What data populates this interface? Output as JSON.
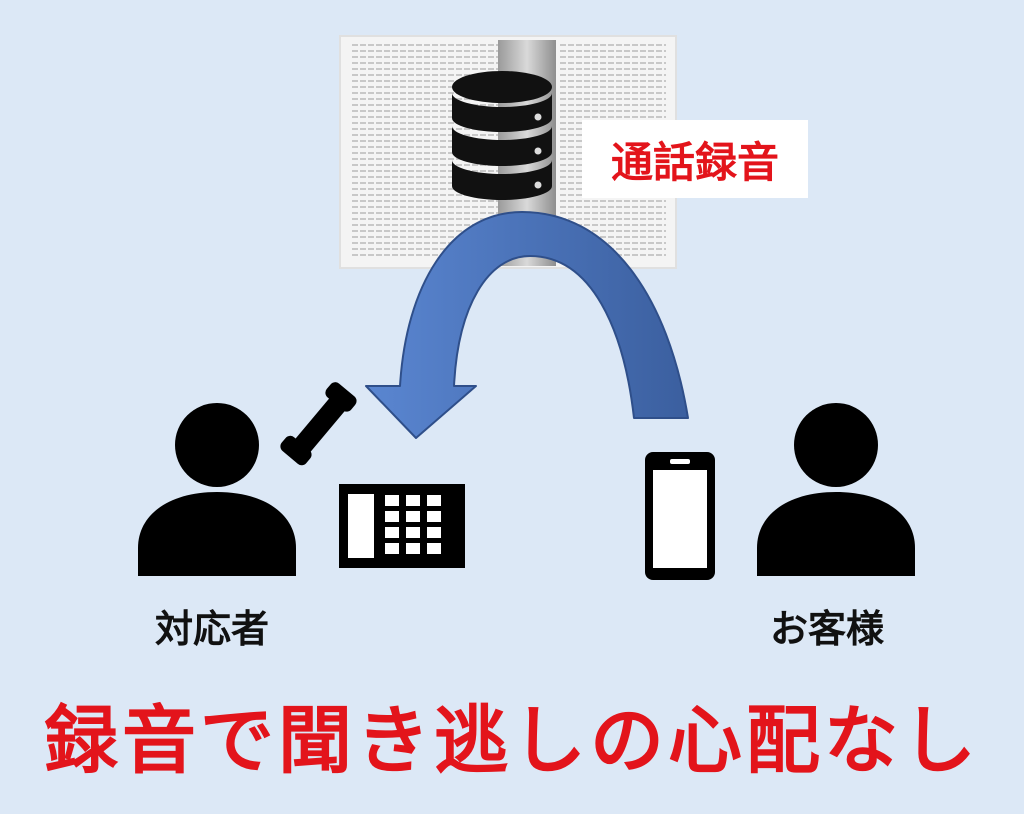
{
  "labels": {
    "recording": "通話録音",
    "agent": "対応者",
    "customer": "お客様",
    "headline": "録音で聞き逃しの心配なし"
  },
  "icons": {
    "server": "server-rack-icon",
    "database": "database-icon",
    "arrow": "curved-arrow-icon",
    "agent": "person-icon",
    "customer": "person-icon",
    "handset": "phone-handset-icon",
    "desk_phone": "desk-phone-icon",
    "smartphone": "smartphone-icon"
  },
  "colors": {
    "background": "#dce8f6",
    "accent_red": "#e3141b",
    "arrow_blue": "#4472c4",
    "icon_black": "#000000"
  }
}
